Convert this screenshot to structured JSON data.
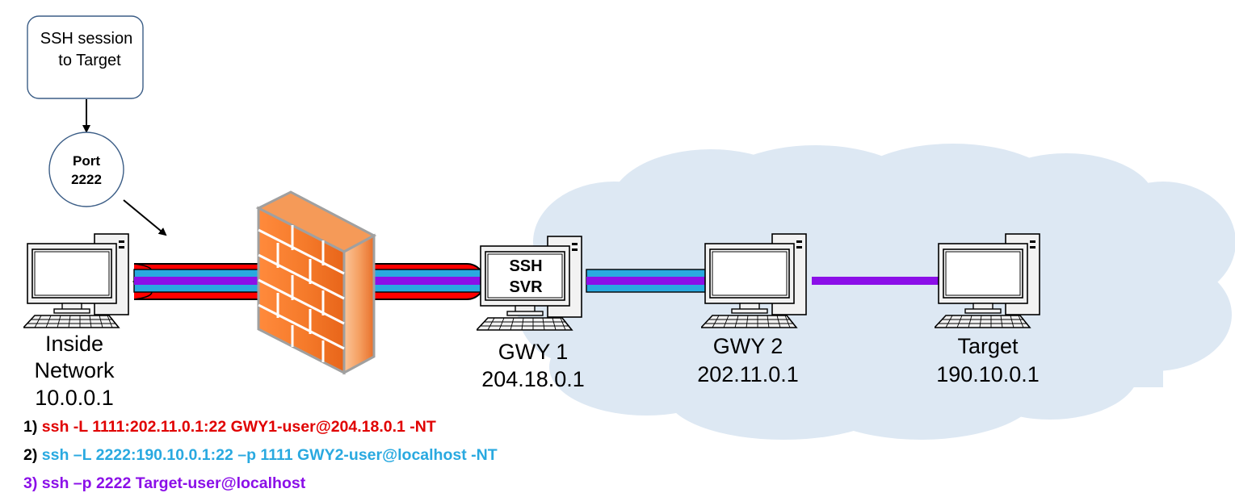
{
  "callout": {
    "line1": "SSH session",
    "line2": "to Target"
  },
  "port": {
    "line1": "Port",
    "line2": "2222"
  },
  "ssh_server_label": {
    "line1": "SSH",
    "line2": "SVR"
  },
  "nodes": {
    "inside": {
      "name_line1": "Inside",
      "name_line2": "Network",
      "ip": "10.0.0.1"
    },
    "gwy1": {
      "name": "GWY 1",
      "ip": "204.18.0.1"
    },
    "gwy2": {
      "name": "GWY 2",
      "ip": "202.11.0.1"
    },
    "target": {
      "name": "Target",
      "ip": "190.10.0.1"
    }
  },
  "commands": [
    {
      "num": "1)",
      "text": "ssh -L 1111:202.11.0.1:22 GWY1-user@204.18.0.1 -NT"
    },
    {
      "num": "2)",
      "text": "ssh –L 2222:190.10.0.1:22 –p 1111 GWY2-user@localhost -NT"
    },
    {
      "num": "3)",
      "text": "ssh –p 2222 Target-user@localhost"
    }
  ],
  "colors": {
    "tunnel1": "#ff0000",
    "tunnel2": "#29a9e0",
    "tunnel3": "#8b0fe8",
    "cloud": "#dde8f3",
    "firewall": "#f07b2c"
  }
}
